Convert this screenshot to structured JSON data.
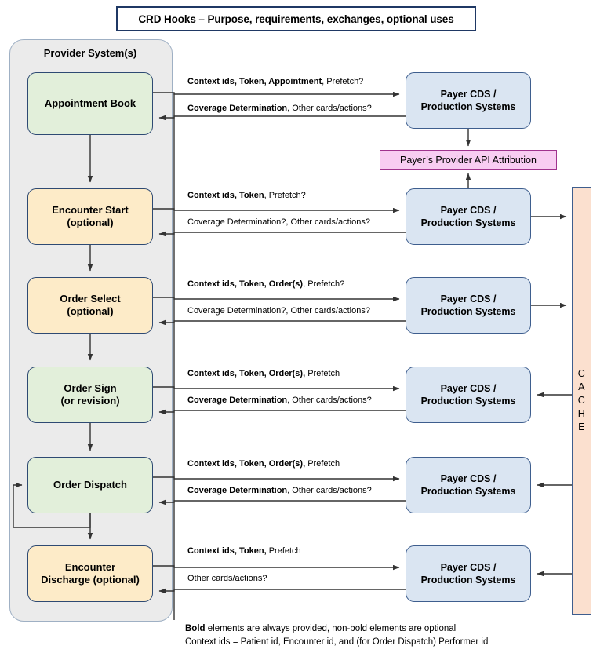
{
  "title": "CRD Hooks – Purpose, requirements, exchanges, optional uses",
  "provider": {
    "label": "Provider System(s)",
    "fill": "#EBEBEB"
  },
  "colors": {
    "green_fill": "#E2EFDA",
    "yellow_fill": "#FDEBC8",
    "payer_fill": "#DAE5F2",
    "attribution_fill": "#F8CDF2",
    "cache_fill": "#FBE0CF",
    "title_border": "#1F3864",
    "box_border": "#2E4A73"
  },
  "attribution": {
    "label": "Payer’s Provider API Attribution"
  },
  "cache": {
    "label": "CACHE",
    "letters": [
      "C",
      "A",
      "C",
      "H",
      "E"
    ]
  },
  "payer_label": "Payer CDS / Production Systems",
  "payer_label_line1": "Payer CDS /",
  "payer_label_line2": "Production Systems",
  "rows": [
    {
      "step_name": "appointment-book",
      "step_line1": "Appointment Book",
      "step_line2": "",
      "step_color": "green",
      "request_bold": "Context ids, Token, Appointment",
      "request_plain": ", Prefetch?",
      "response_bold": "Coverage Determination",
      "response_plain": ", Other cards/actions?",
      "cache_link": "none"
    },
    {
      "step_name": "encounter-start",
      "step_line1": "Encounter Start",
      "step_line2": "(optional)",
      "step_color": "yellow",
      "request_bold": "Context ids, Token",
      "request_plain": ", Prefetch?",
      "response_bold": "",
      "response_plain": "Coverage Determination?, Other cards/actions?",
      "cache_link": "to-cache"
    },
    {
      "step_name": "order-select",
      "step_line1": "Order Select",
      "step_line2": "(optional)",
      "step_color": "yellow",
      "request_bold": "Context ids, Token, Order(s)",
      "request_plain": ", Prefetch?",
      "response_bold": "",
      "response_plain": "Coverage Determination?, Other cards/actions?",
      "cache_link": "to-cache"
    },
    {
      "step_name": "order-sign",
      "step_line1": "Order Sign",
      "step_line2": "(or revision)",
      "step_color": "green",
      "request_bold": "Context ids, Token, Order(s),",
      "request_plain": " Prefetch",
      "response_bold": "Coverage Determination",
      "response_plain": ", Other cards/actions?",
      "cache_link": "from-cache"
    },
    {
      "step_name": "order-dispatch",
      "step_line1": "Order Dispatch",
      "step_line2": "",
      "step_color": "green",
      "request_bold": "Context ids, Token, Order(s),",
      "request_plain": " Prefetch",
      "response_bold": "Coverage Determination",
      "response_plain": ", Other cards/actions?",
      "cache_link": "from-cache"
    },
    {
      "step_name": "encounter-discharge",
      "step_line1": "Encounter",
      "step_line2": "Discharge (optional)",
      "step_color": "yellow",
      "request_bold": "Context ids, Token,",
      "request_plain": " Prefetch",
      "response_bold": "",
      "response_plain": "Other cards/actions?",
      "cache_link": "from-cache"
    }
  ],
  "legend": {
    "line1_bold": "Bold",
    "line1_plain": " elements are always provided, non-bold elements are optional",
    "line2": "Context ids = Patient id, Encounter id, and (for Order Dispatch) Performer id"
  }
}
